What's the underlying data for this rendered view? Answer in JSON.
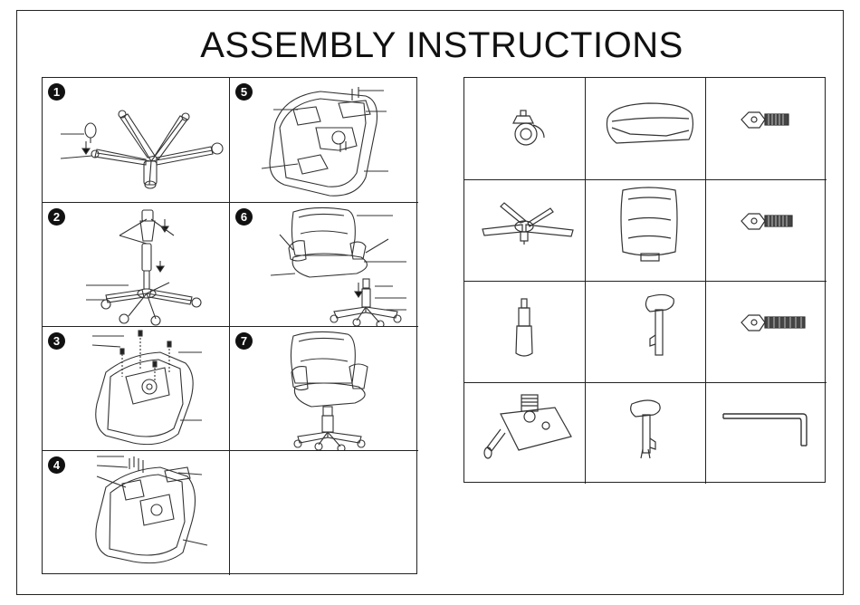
{
  "title": "ASSEMBLY INSTRUCTIONS",
  "steps": [
    {
      "number": "1",
      "icon": "base-caster-assembly-icon"
    },
    {
      "number": "2",
      "icon": "gas-lift-base-icon"
    },
    {
      "number": "3",
      "icon": "seat-bottom-mechanism-icon"
    },
    {
      "number": "4",
      "icon": "seat-bottom-armrest-icon"
    },
    {
      "number": "5",
      "icon": "seat-bottom-backrest-bracket-icon"
    },
    {
      "number": "6",
      "icon": "chair-mount-on-base-icon"
    },
    {
      "number": "7",
      "icon": "assembled-chair-icon"
    }
  ],
  "parts": [
    {
      "icon": "caster-wheel-icon"
    },
    {
      "icon": "seat-cushion-icon"
    },
    {
      "icon": "short-bolt-icon"
    },
    {
      "icon": "star-base-icon"
    },
    {
      "icon": "backrest-icon"
    },
    {
      "icon": "medium-bolt-icon"
    },
    {
      "icon": "gas-cylinder-icon"
    },
    {
      "icon": "armrest-left-icon"
    },
    {
      "icon": "long-bolt-icon"
    },
    {
      "icon": "tilt-mechanism-icon"
    },
    {
      "icon": "armrest-right-icon"
    },
    {
      "icon": "hex-key-icon"
    }
  ]
}
